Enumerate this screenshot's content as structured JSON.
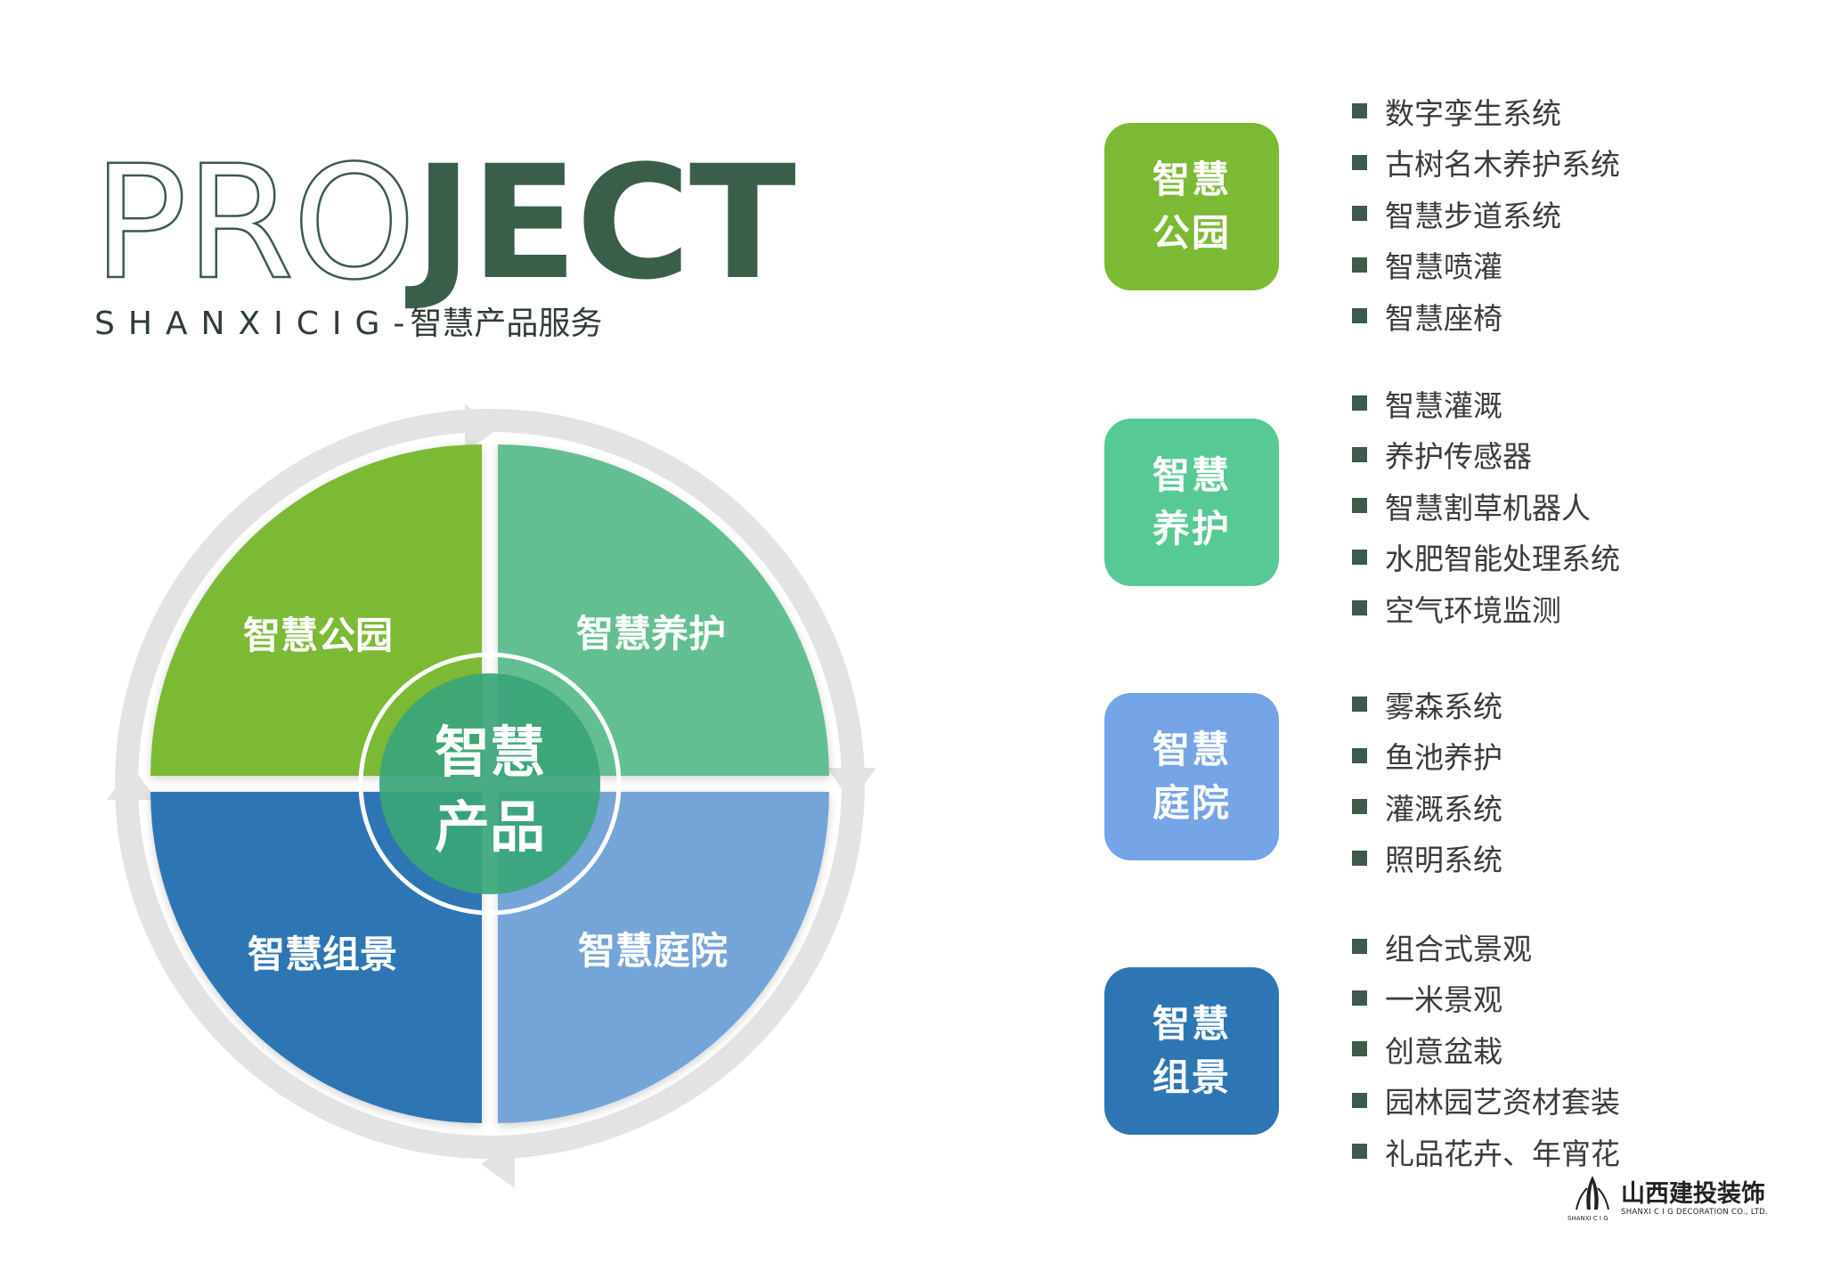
{
  "header": {
    "title_outline": "PRO",
    "title_solid": "JECT",
    "subtitle_latin": "SHANXICIG",
    "subtitle_sep": "-",
    "subtitle_cn": "智慧产品服务"
  },
  "diagram": {
    "center_line1": "智慧",
    "center_line2": "产品",
    "quadrants": [
      {
        "label": "智慧公园",
        "color": "#7cb934"
      },
      {
        "label": "智慧养护",
        "color": "#63bf91"
      },
      {
        "label": "智慧庭院",
        "color": "#74a4d8"
      },
      {
        "label": "智慧组景",
        "color": "#2d76b3"
      }
    ]
  },
  "categories": [
    {
      "line1": "智慧",
      "line2": "公园",
      "color": "#7cb934",
      "items": [
        "数字孪生系统",
        "古树名木养护系统",
        "智慧步道系统",
        "智慧喷灌",
        "智慧座椅"
      ]
    },
    {
      "line1": "智慧",
      "line2": "养护",
      "color": "#56c994",
      "items": [
        "智慧灌溉",
        "养护传感器",
        "智慧割草机器人",
        "水肥智能处理系统",
        "空气环境监测"
      ]
    },
    {
      "line1": "智慧",
      "line2": "庭院",
      "color": "#74a4e6",
      "items": [
        "雾森系统",
        "鱼池养护",
        "灌溉系统",
        "照明系统"
      ]
    },
    {
      "line1": "智慧",
      "line2": "组景",
      "color": "#2e76b3",
      "items": [
        "组合式景观",
        "一米景观",
        "创意盆栽",
        "园林园艺资材套装",
        "礼品花卉、年宵花"
      ]
    }
  ],
  "logo": {
    "name": "山西建投装饰",
    "en": "SHANXI C I G DECORATION CO., LTD.",
    "mark_text": "SHANXI C I G"
  }
}
